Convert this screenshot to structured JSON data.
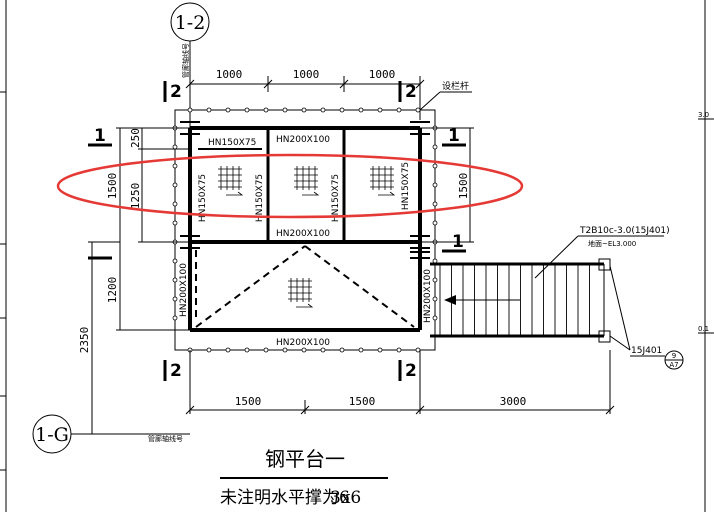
{
  "axes": {
    "top": "1-2",
    "bottom": "1-G",
    "top_note": "管廊轴线号",
    "bottom_note": "管廊轴线号"
  },
  "dims_top": [
    "1000",
    "1000",
    "1000"
  ],
  "dims_left": [
    "250",
    "1500",
    "1250",
    "1200",
    "2350"
  ],
  "dims_right": "1500",
  "dims_bottom": [
    "1500",
    "1500",
    "3000"
  ],
  "beams": {
    "top_left": "HN150X75",
    "top_center": "HN200X100",
    "mid": "HN200X100",
    "bottom": "HN200X100",
    "v1": "HN150X75",
    "v2": "HN150X75",
    "v3": "HN150X75",
    "v4": "HN150X75",
    "lower_left": "HN200X100",
    "lower_right": "HN200X100"
  },
  "sections": {
    "s1_left": "1",
    "s1_right": "1",
    "s1_small": "1",
    "s2_tl": "2",
    "s2_tr": "2",
    "s2_bl": "2",
    "s2_br": "2"
  },
  "railing": "设栏杆",
  "stair": {
    "spec": "T2B10c-3.0(15J401)",
    "elevation": "地面~EL3.000"
  },
  "detail": {
    "ref": "15J401",
    "num": "9",
    "sheet": "A7"
  },
  "right_edge": {
    "top": "3.0",
    "bottom": "0.1"
  },
  "title": "钢平台一",
  "subtitle": "未注明水平撑为6",
  "subtitle_size": "3x6"
}
